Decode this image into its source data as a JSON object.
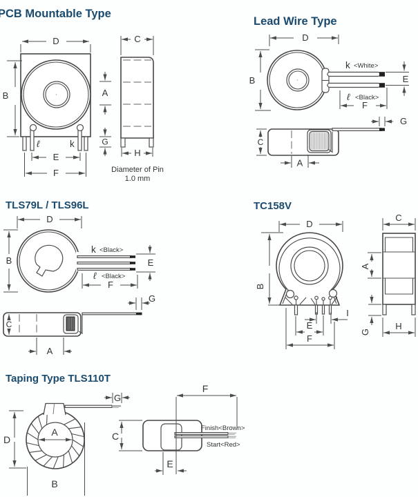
{
  "colors": {
    "title": "#1a4a6e",
    "line": "#4c4c4c",
    "label": "#333333",
    "wire_tip": "#222222",
    "background": "#fdfefe"
  },
  "sections": {
    "pcb": {
      "title": "PCB Mountable Type",
      "dims": {
        "D": "D",
        "B": "B",
        "A": "A",
        "G": "G",
        "E": "E",
        "F": "F",
        "C": "C",
        "H": "H"
      },
      "pins": {
        "l": "ℓ",
        "k": "k"
      },
      "note1": "Diameter of Pin",
      "note2": "1.0 mm"
    },
    "lead": {
      "title": "Lead Wire Type",
      "dims": {
        "D": "D",
        "B": "B",
        "E": "E",
        "F": "F",
        "G": "G",
        "C": "C",
        "A": "A"
      },
      "wires": {
        "k": "k",
        "k_color": "<White>",
        "l": "ℓ",
        "l_color": "<Black>"
      }
    },
    "tls": {
      "title": "TLS79L / TLS96L",
      "dims": {
        "D": "D",
        "B": "B",
        "E": "E",
        "F": "F",
        "G": "G",
        "C": "C",
        "A": "A"
      },
      "wires": {
        "k": "k",
        "k_color": "<Black>",
        "l": "ℓ",
        "l_color": "<Black>"
      }
    },
    "tc": {
      "title": "TC158V",
      "dims": {
        "D": "D",
        "B": "B",
        "C": "C",
        "A": "A",
        "I": "I",
        "E": "E",
        "F": "F",
        "G": "G",
        "H": "H"
      }
    },
    "taping": {
      "title": "Taping Type TLS110T",
      "dims": {
        "G": "G",
        "D": "D",
        "A": "A",
        "B": "B",
        "C": "C",
        "E": "E",
        "F": "F"
      },
      "wires": {
        "finish": "Finish<Brown>",
        "start": "Start<Red>"
      }
    }
  }
}
